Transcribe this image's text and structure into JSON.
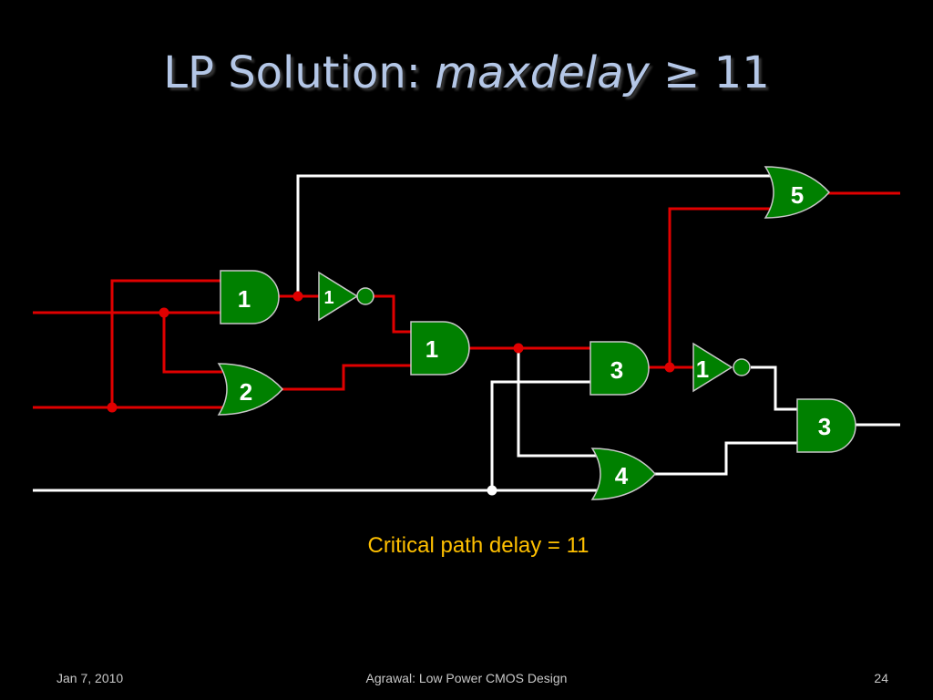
{
  "slide": {
    "title_prefix": "LP Solution: ",
    "title_italic": "maxdelay",
    "title_suffix": " ≥ 11",
    "caption": "Critical path delay = 11",
    "footer_date": "Jan 7, 2010",
    "footer_center": "Agrawal: Low Power CMOS Design",
    "footer_page": "24"
  },
  "colors": {
    "critical_wire": "#e00000",
    "normal_wire": "#ffffff",
    "gate_fill": "#008000",
    "gate_stroke": "#c8c8c8",
    "title": "#b4c7e7",
    "caption": "#ffc000"
  },
  "gates": [
    {
      "id": "and1",
      "type": "and",
      "delay": "1"
    },
    {
      "id": "or2",
      "type": "or",
      "delay": "2"
    },
    {
      "id": "not1a",
      "type": "not",
      "delay": "1"
    },
    {
      "id": "and_mid",
      "type": "and",
      "delay": "1"
    },
    {
      "id": "and3",
      "type": "and",
      "delay": "3"
    },
    {
      "id": "or5",
      "type": "or",
      "delay": "5"
    },
    {
      "id": "not1b",
      "type": "not",
      "delay": "1"
    },
    {
      "id": "or4",
      "type": "or",
      "delay": "4"
    },
    {
      "id": "and_out",
      "type": "and",
      "delay": "3"
    }
  ]
}
